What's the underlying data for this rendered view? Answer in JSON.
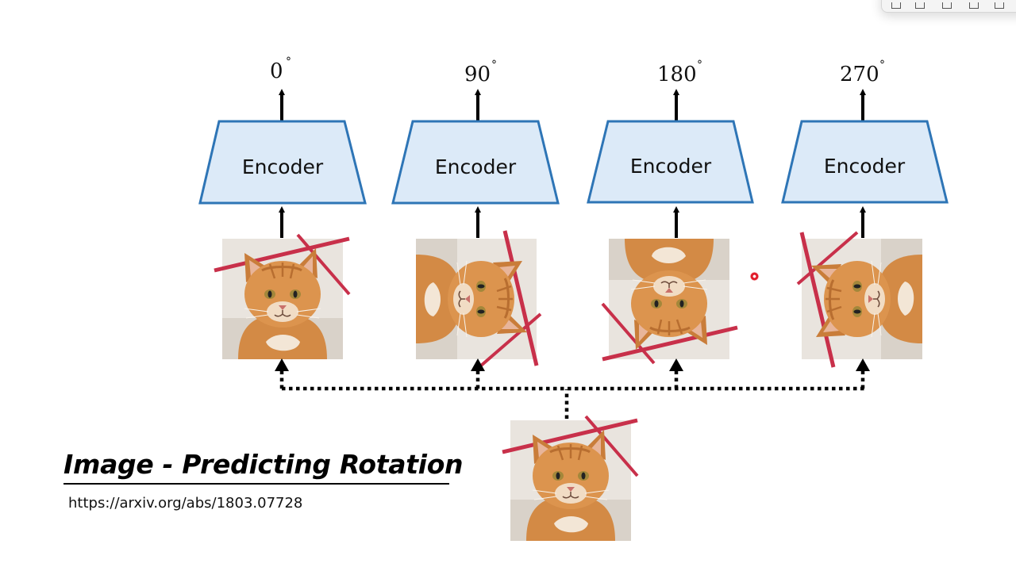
{
  "diagram": {
    "encoder_label": "Encoder",
    "branches": [
      {
        "angle": "0",
        "rotation": 0
      },
      {
        "angle": "90",
        "rotation": 90
      },
      {
        "angle": "180",
        "rotation": 180
      },
      {
        "angle": "270",
        "rotation": 270
      }
    ],
    "degree_symbol": "°"
  },
  "caption": {
    "title": "Image - Predicting Rotation",
    "url": "https://arxiv.org/abs/1803.07728"
  },
  "colors": {
    "encoder_fill": "#dceaf8",
    "encoder_stroke": "#2e75b6",
    "arrow": "#000000",
    "cat_fur": "#d9904a",
    "background_photo": "#e9e4de",
    "stripe": "#c8304a"
  }
}
